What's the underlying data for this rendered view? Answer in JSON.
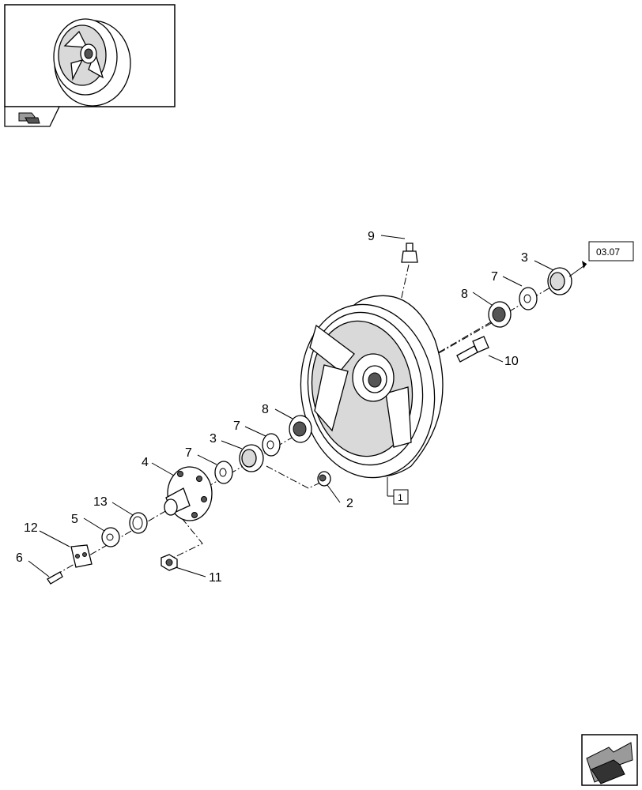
{
  "callouts": {
    "c1": "1",
    "c2": "2",
    "c3_front": "3",
    "c3_rear": "3",
    "c4": "4",
    "c5": "5",
    "c6": "6",
    "c7_front": "7",
    "c7_mid": "7",
    "c7_rear": "7",
    "c8_front": "8",
    "c8_rear": "8",
    "c9": "9",
    "c10": "10",
    "c11": "11",
    "c12": "12",
    "c13": "13"
  },
  "reference_box": "03.07",
  "icons": {
    "thumbnail": "wheel-thumbnail-icon",
    "thumbnail_nav": "hand-pointer-icon",
    "next_page": "next-page-arrow-icon"
  }
}
